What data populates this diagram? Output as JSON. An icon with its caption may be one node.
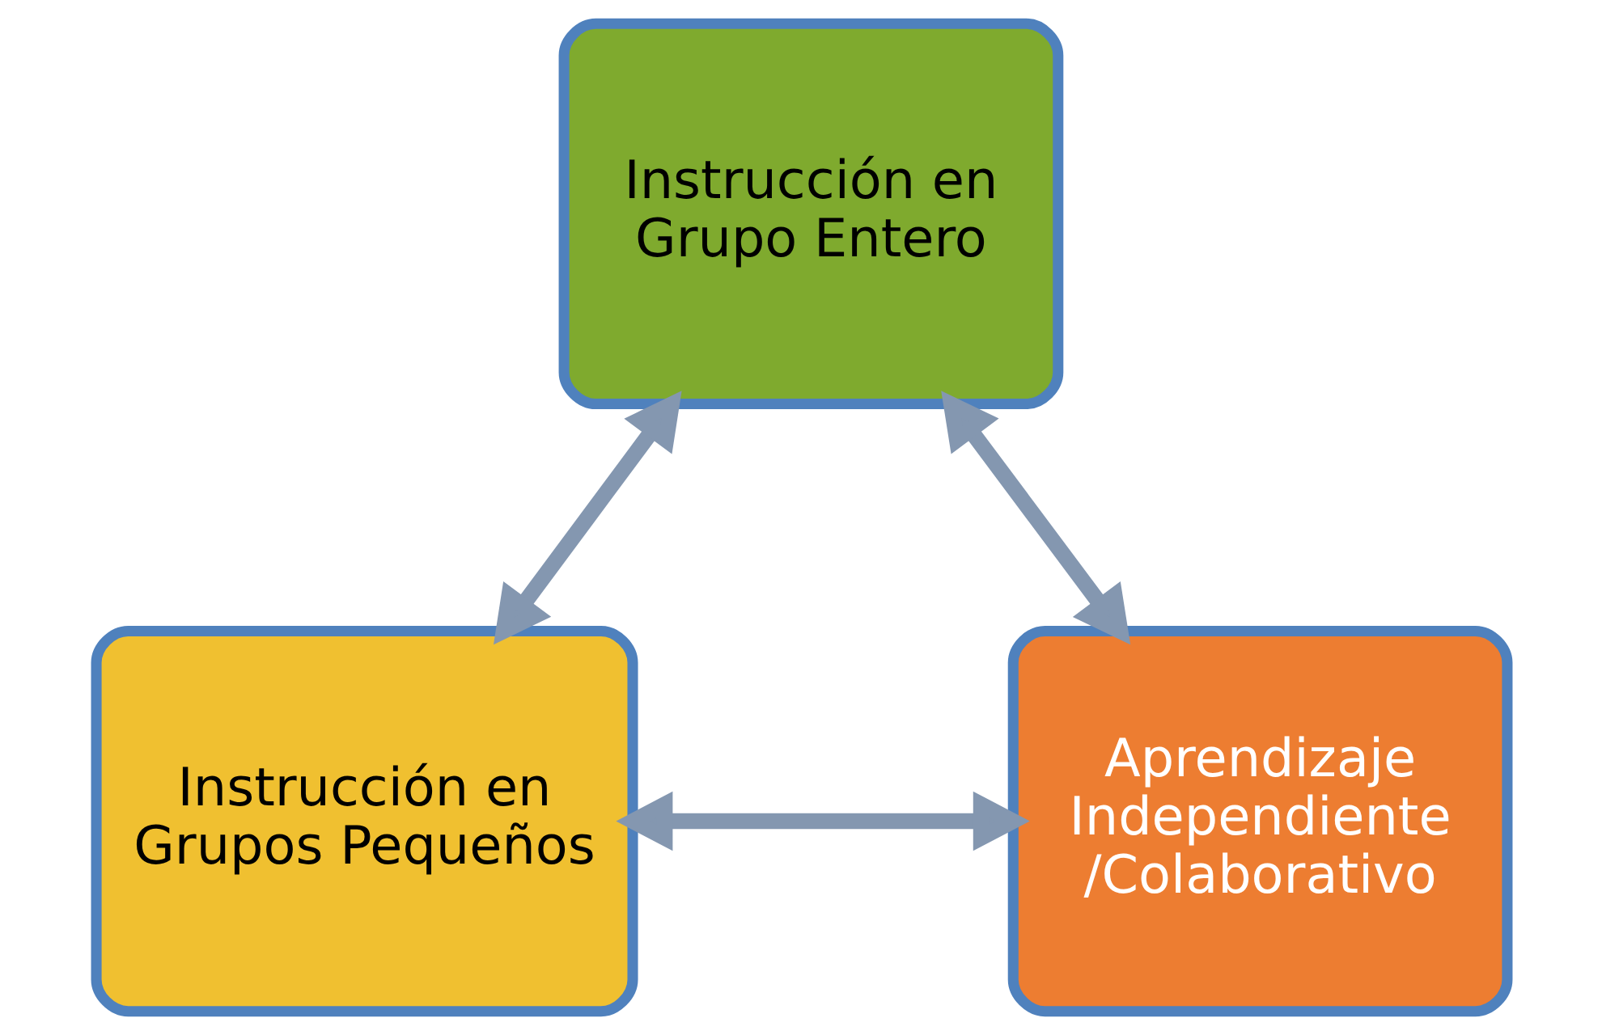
{
  "diagram": {
    "nodes": [
      {
        "text": [
          "Instrucción en Grupo Entero"
        ]
      },
      {
        "text": [
          "Instrucción en Grupos Pequeños"
        ]
      },
      {
        "text": [
          "Aprendizaje Independiente /Colaborativo"
        ]
      }
    ],
    "edges": [
      {
        "from": 1,
        "to": 0,
        "arrow": "both"
      },
      {
        "from": 0,
        "to": 2,
        "arrow": "both"
      },
      {
        "from": 1,
        "to": 2,
        "arrow": "both"
      }
    ]
  }
}
